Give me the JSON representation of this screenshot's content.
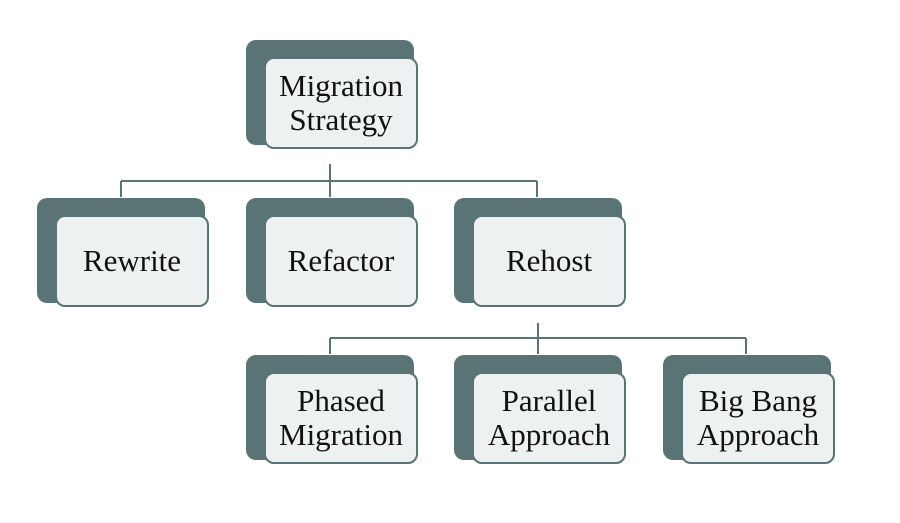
{
  "diagram": {
    "root": {
      "label": "Migration\nStrategy"
    },
    "level1": [
      {
        "label": "Rewrite"
      },
      {
        "label": "Refactor"
      },
      {
        "label": "Rehost"
      }
    ],
    "level2": [
      {
        "label": "Phased\nMigration"
      },
      {
        "label": "Parallel\nApproach"
      },
      {
        "label": "Big Bang\nApproach"
      }
    ]
  },
  "colors": {
    "shadow": "#5a7476",
    "card": "#eef1f1",
    "connector": "#5a7476",
    "text": "#111111"
  }
}
